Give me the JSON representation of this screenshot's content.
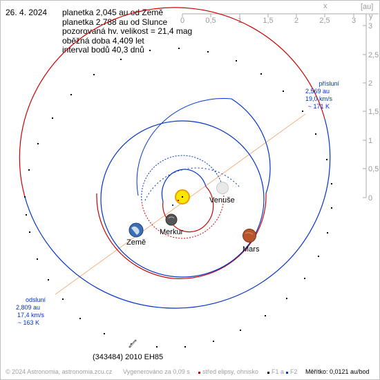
{
  "header": {
    "date": "26. 4. 2024",
    "info_lines": [
      "planetka 2,045 au od Země",
      "planetka 2,788 au od Slunce",
      "pozorovaná hv. velikost = 21,4 mag",
      "oběžná doba 4,409 let",
      "interval bodů 40,3 dnů"
    ]
  },
  "axes": {
    "x_label": "x",
    "y_label": "y",
    "unit": "[au]",
    "x_ticks": [
      "0",
      "0,5",
      "1",
      "1,5",
      "2",
      "2,5",
      "3"
    ],
    "y_ticks": [
      "3",
      "2,5",
      "2",
      "1,5",
      "1",
      "0,5",
      "0"
    ]
  },
  "perihelion": {
    "title": "přísluní",
    "distance": "2,569 au",
    "speed": "19,0 km/s",
    "temp": "~ 171 K"
  },
  "aphelion": {
    "title": "odsluní",
    "distance": "2,809 au",
    "speed": "17,4 km/s",
    "temp": "~ 163 K"
  },
  "bodies": {
    "earth": "Země",
    "venus": "Venuše",
    "mercury": "Merkur",
    "mars": "Mars",
    "asteroid": "(343484) 2010 EH85"
  },
  "footer": {
    "copyright": "© 2024 Astronomia, astronomia.zcu.cz",
    "generated": "Vygenerováno za 0,09 s",
    "legend_center": "střed elipsy, ohnisko",
    "legend_f1": "F1 a",
    "legend_f2": "F2",
    "scale": "Měřítko: 0,0121 au/bod"
  },
  "colors": {
    "above_ecliptic": "#cc0000",
    "below_ecliptic": "#0033cc",
    "apsis_line": "#f4b183",
    "axis": "#aaaaaa"
  }
}
